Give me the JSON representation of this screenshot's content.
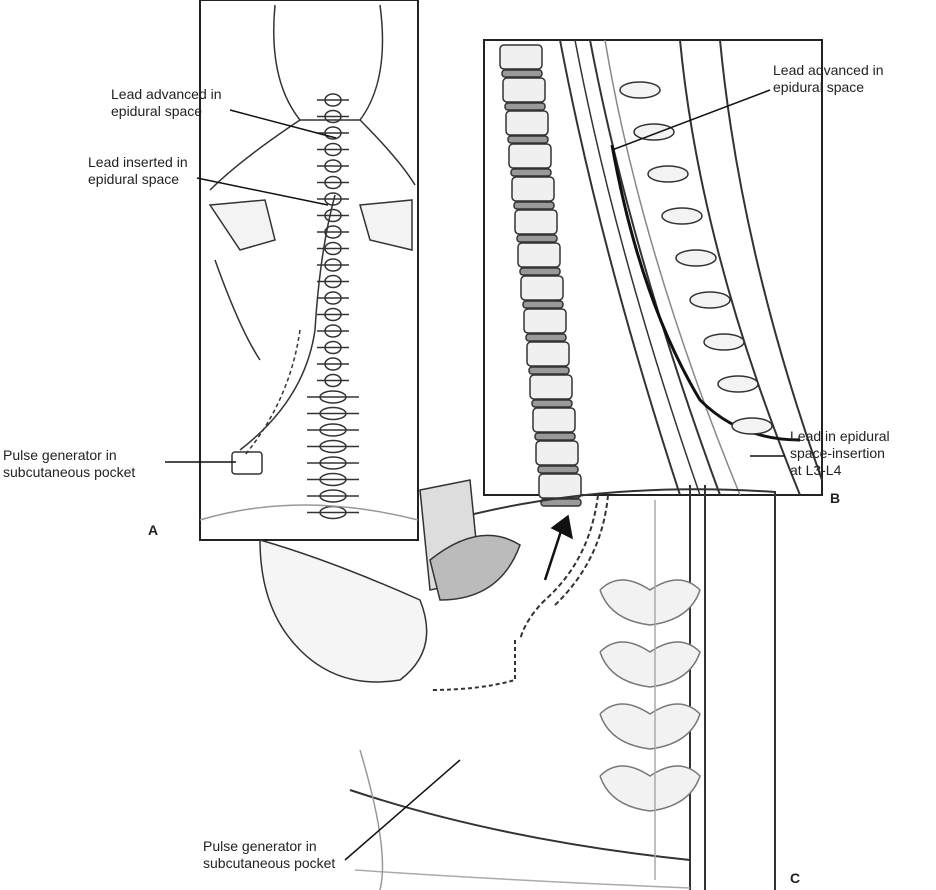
{
  "panel_a": {
    "letter": "A",
    "labels": {
      "lead_advanced": [
        "Lead advanced in",
        "epidural space"
      ],
      "lead_inserted": [
        "Lead inserted in",
        "epidural space"
      ],
      "pulse_generator": [
        "Pulse generator in",
        "subcutaneous pocket"
      ]
    }
  },
  "panel_b": {
    "letter": "B",
    "labels": {
      "lead_advanced": [
        "Lead advanced in",
        "epidural space"
      ],
      "lead_insertion": [
        "Lead in epidural",
        "space-insertion",
        "at L3-L4"
      ]
    }
  },
  "panel_c": {
    "letter": "C",
    "labels": {
      "pulse_generator": [
        "Pulse generator in",
        "subcutaneous pocket"
      ]
    }
  },
  "colors": {
    "ink": "#222222",
    "shade": "#8a8a8a",
    "paper": "#ffffff"
  }
}
